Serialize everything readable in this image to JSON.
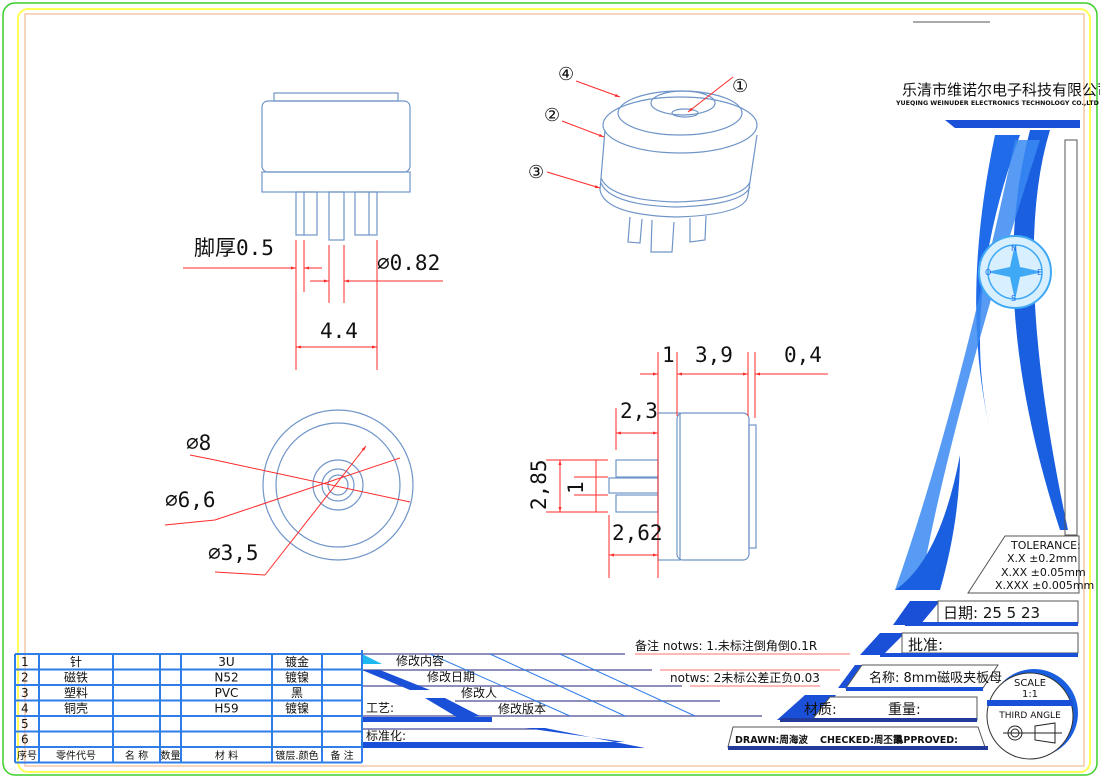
{
  "company": {
    "name_cn": "乐清市维诺尔电子科技有限公司",
    "name_en": "YUEQING WEINUDER ELECTRONICS TECHNOLOGY CO.,LTD"
  },
  "dimensions": {
    "pin_thickness": "脚厚0.5",
    "pin_diameter": "⌀0.82",
    "pin_span": "4.4",
    "outer_diameter": "⌀8",
    "mid_diameter": "⌀6,6",
    "inner_diameter": "⌀3,5",
    "side_1": "1",
    "side_3_9": "3,9",
    "side_0_4": "0,4",
    "side_2_3": "2,3",
    "side_2_85": "2,85",
    "side_pin_1": "1",
    "side_2_62": "2,62"
  },
  "callouts": [
    "①",
    "②",
    "③",
    "④"
  ],
  "parts_table": {
    "rows": [
      {
        "no": "1",
        "code": "针",
        "name": "",
        "qty": "",
        "material": "3U",
        "finish": "镀金",
        "note": ""
      },
      {
        "no": "2",
        "code": "磁铁",
        "name": "",
        "qty": "",
        "material": "N52",
        "finish": "镀镍",
        "note": ""
      },
      {
        "no": "3",
        "code": "塑料",
        "name": "",
        "qty": "",
        "material": "PVC",
        "finish": "黑",
        "note": ""
      },
      {
        "no": "4",
        "code": "铜壳",
        "name": "",
        "qty": "",
        "material": "H59",
        "finish": "镀镍",
        "note": ""
      },
      {
        "no": "5",
        "code": "",
        "name": "",
        "qty": "",
        "material": "",
        "finish": "",
        "note": ""
      },
      {
        "no": "6",
        "code": "",
        "name": "",
        "qty": "",
        "material": "",
        "finish": "",
        "note": ""
      }
    ],
    "headers": [
      "序号",
      "零件代号",
      "名 称",
      "数量",
      "材  料",
      "镀层.颜色",
      "备 注"
    ]
  },
  "revision": {
    "content": "修改内容",
    "date": "修改日期",
    "person": "修改人",
    "process": "工艺:",
    "version": "修改版本",
    "standard": "标准化:"
  },
  "notes": {
    "note1": "备注  notws: 1.未标注倒角倒0.1R",
    "note2": "notws: 2未标公差正负0.03"
  },
  "title_block": {
    "tolerance_title": "TOLERANCE:",
    "tolerances": [
      "X.X  ±0.2mm",
      "X.XX  ±0.05mm",
      "X.XXX  ±0.005mm"
    ],
    "date": "日期:  25  5  23",
    "approve": "批准:",
    "name": "名称: 8mm磁吸夹板母",
    "material": "材质:",
    "weight": "重量:",
    "drawn": "DRAWN:周海波",
    "checked": "CHECKED:周丕霞",
    "approved": "APPROVED:",
    "scale_label": "SCALE",
    "scale": "1:1",
    "projection": "THIRD ANGLE"
  },
  "compass": {
    "n": "N",
    "e": "E",
    "s": "S",
    "w": "O"
  },
  "colors": {
    "accent": "#1a4fd8",
    "dimension": "#ff2a2a",
    "part": "#6f95c8",
    "table": "#2f7de8"
  }
}
